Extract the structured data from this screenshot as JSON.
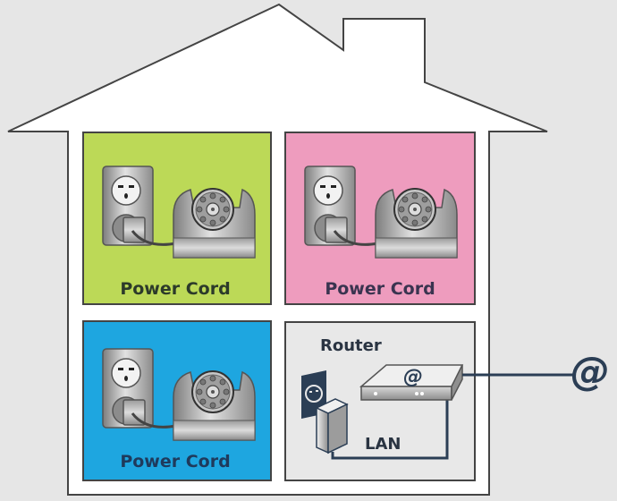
{
  "diagram": {
    "title": "Home network camera setup",
    "colors": {
      "background": "#e6e6e6",
      "house_fill": "#ffffff",
      "house_stroke": "#444444",
      "cable": "#2b3e55",
      "label_text": "#2a3442"
    },
    "rooms": [
      {
        "id": "room-green",
        "fill": "#bcd957",
        "label": "Power Cord",
        "label_color": "#2c3a2a",
        "devices": [
          "wall-outlet",
          "power-plug",
          "ip-camera"
        ]
      },
      {
        "id": "room-pink",
        "fill": "#ee9cbe",
        "label": "Power Cord",
        "label_color": "#3a3450",
        "devices": [
          "wall-outlet",
          "power-plug",
          "ip-camera"
        ]
      },
      {
        "id": "room-blue",
        "fill": "#1ea6e0",
        "label": "Power Cord",
        "label_color": "#1f3a5c",
        "devices": [
          "wall-outlet",
          "power-plug",
          "ip-camera"
        ]
      },
      {
        "id": "room-router",
        "fill": "#e8e8e8",
        "label": "Router",
        "label_color": "#2a3442",
        "cable_label": "LAN",
        "devices": [
          "wall-outlet",
          "power-adapter",
          "router"
        ]
      }
    ],
    "router_icon_glyph": "@",
    "internet_glyph": "@"
  }
}
